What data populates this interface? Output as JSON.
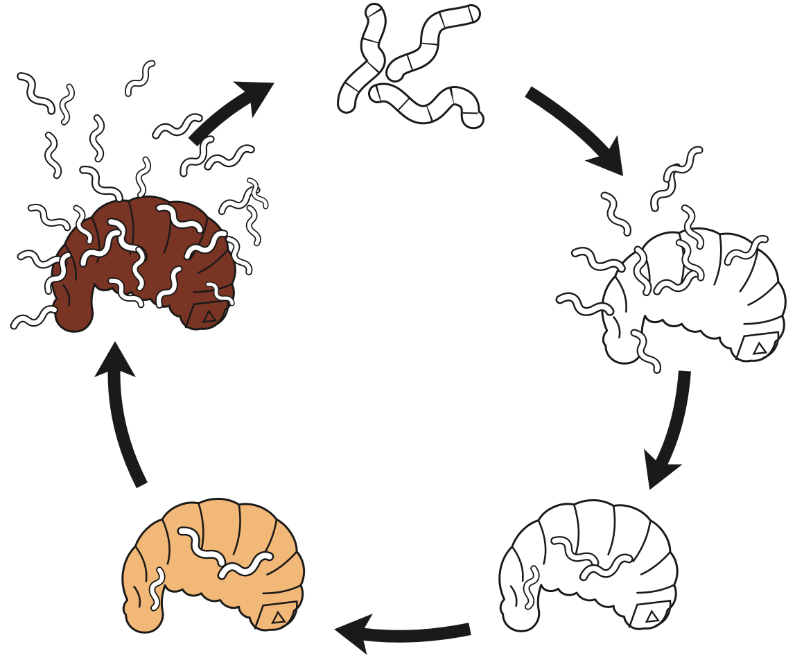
{
  "diagram": {
    "type": "cycle",
    "direction": "clockwise",
    "colors": {
      "background": "#ffffff",
      "outline": "#1c1a19",
      "arrow": "#1c1a19",
      "worm_fill": "#ffffff",
      "grub_outline_fill": "#ffffff",
      "grub_healthy_fill": "#f2b878",
      "grub_dead_fill": "#7a3424"
    },
    "stages": [
      {
        "id": "free-nematodes",
        "icon": "nematode-worms-icon",
        "grub_state": "none",
        "nematode_count": 3
      },
      {
        "id": "nematodes-entering-grub",
        "icon": "grub-outline-icon",
        "grub_state": "white-outline",
        "nematode_count": 8
      },
      {
        "id": "nematodes-inside-grub",
        "icon": "grub-outline-icon",
        "grub_state": "white-outline",
        "nematode_count": 3
      },
      {
        "id": "infected-grub",
        "icon": "grub-infected-icon",
        "grub_state": "orange",
        "nematode_count": 3
      },
      {
        "id": "dead-grub-releasing-nematodes",
        "icon": "grub-dead-icon",
        "grub_state": "dark-brown",
        "nematode_count": 27
      }
    ],
    "arrows": [
      {
        "from": "free-nematodes",
        "to": "nematodes-entering-grub",
        "icon": "curved-arrow-icon"
      },
      {
        "from": "nematodes-entering-grub",
        "to": "nematodes-inside-grub",
        "icon": "curved-arrow-icon"
      },
      {
        "from": "nematodes-inside-grub",
        "to": "infected-grub",
        "icon": "curved-arrow-icon"
      },
      {
        "from": "infected-grub",
        "to": "dead-grub-releasing-nematodes",
        "icon": "curved-arrow-icon"
      },
      {
        "from": "dead-grub-releasing-nematodes",
        "to": "free-nematodes",
        "icon": "curved-arrow-icon"
      }
    ]
  }
}
